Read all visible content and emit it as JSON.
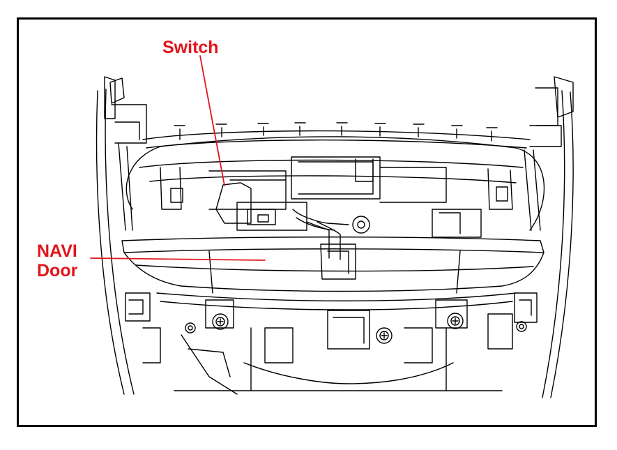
{
  "figure": {
    "type": "technical line drawing",
    "subject": "center console with NAVI door",
    "line_color": "#000000",
    "callout_color": "#e3141b",
    "background": "#ffffff"
  },
  "callouts": {
    "switch": {
      "text": "Switch"
    },
    "navi_door": {
      "line1": "NAVI",
      "line2": "Door"
    }
  }
}
